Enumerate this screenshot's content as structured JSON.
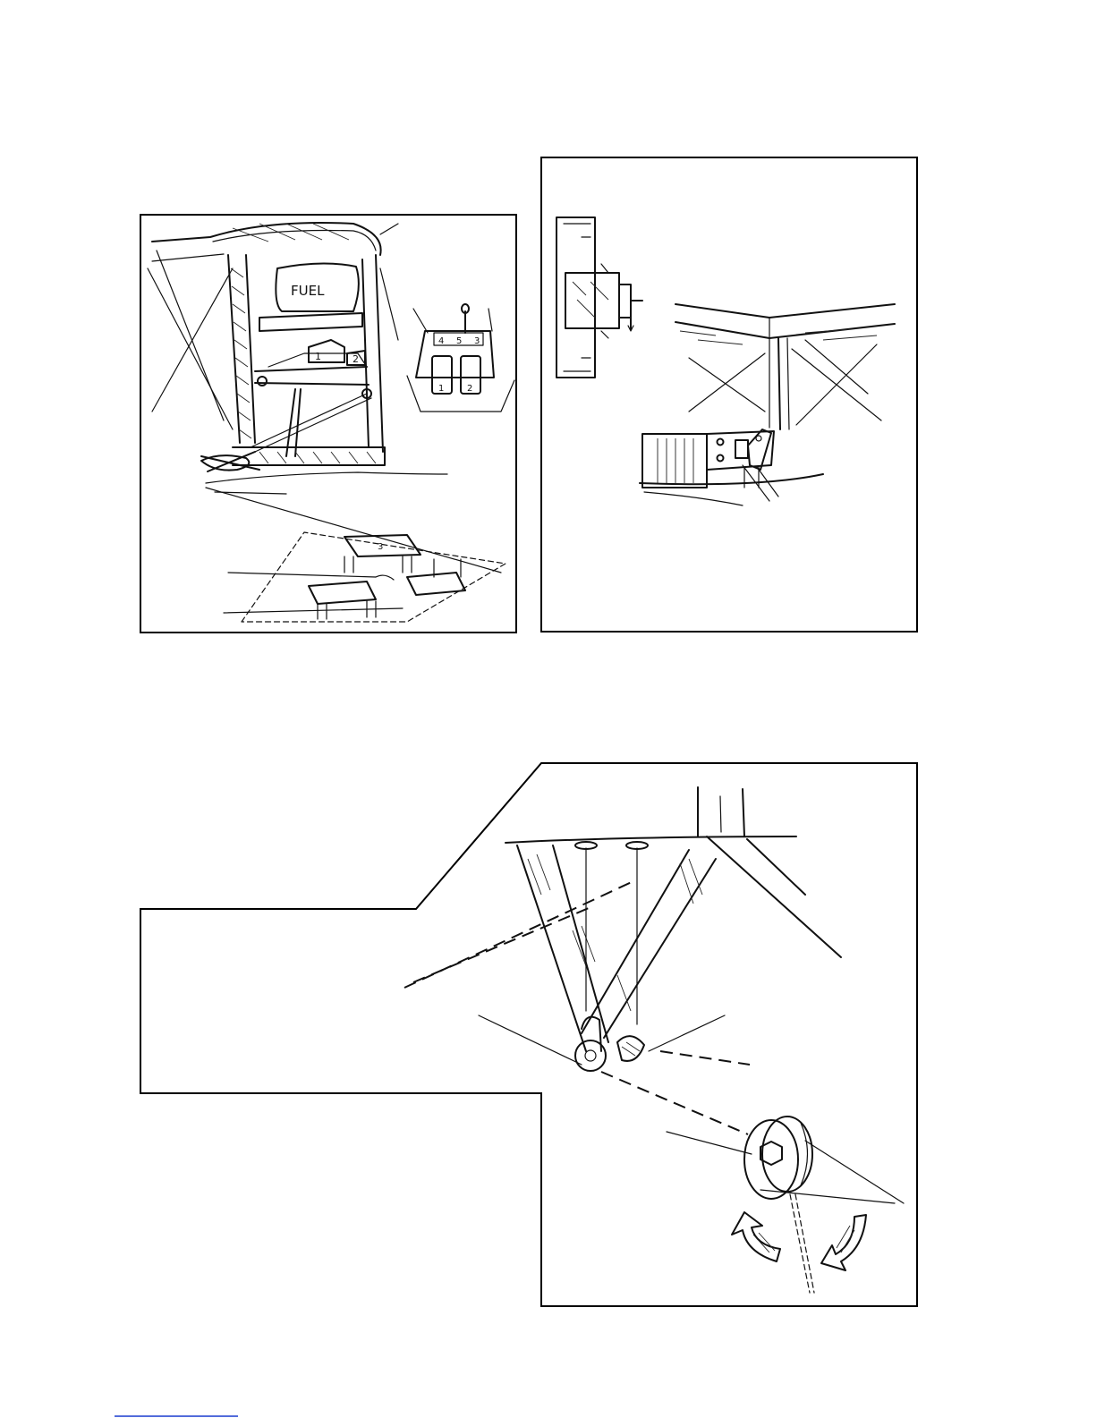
{
  "figures": {
    "left_top": {
      "fuel_tank_label": "FUEL",
      "servo_numbers": [
        "1",
        "2"
      ],
      "tray_numbers": [
        "4",
        "5",
        "3",
        "1",
        "2"
      ],
      "floor_plan_number": "3"
    }
  }
}
